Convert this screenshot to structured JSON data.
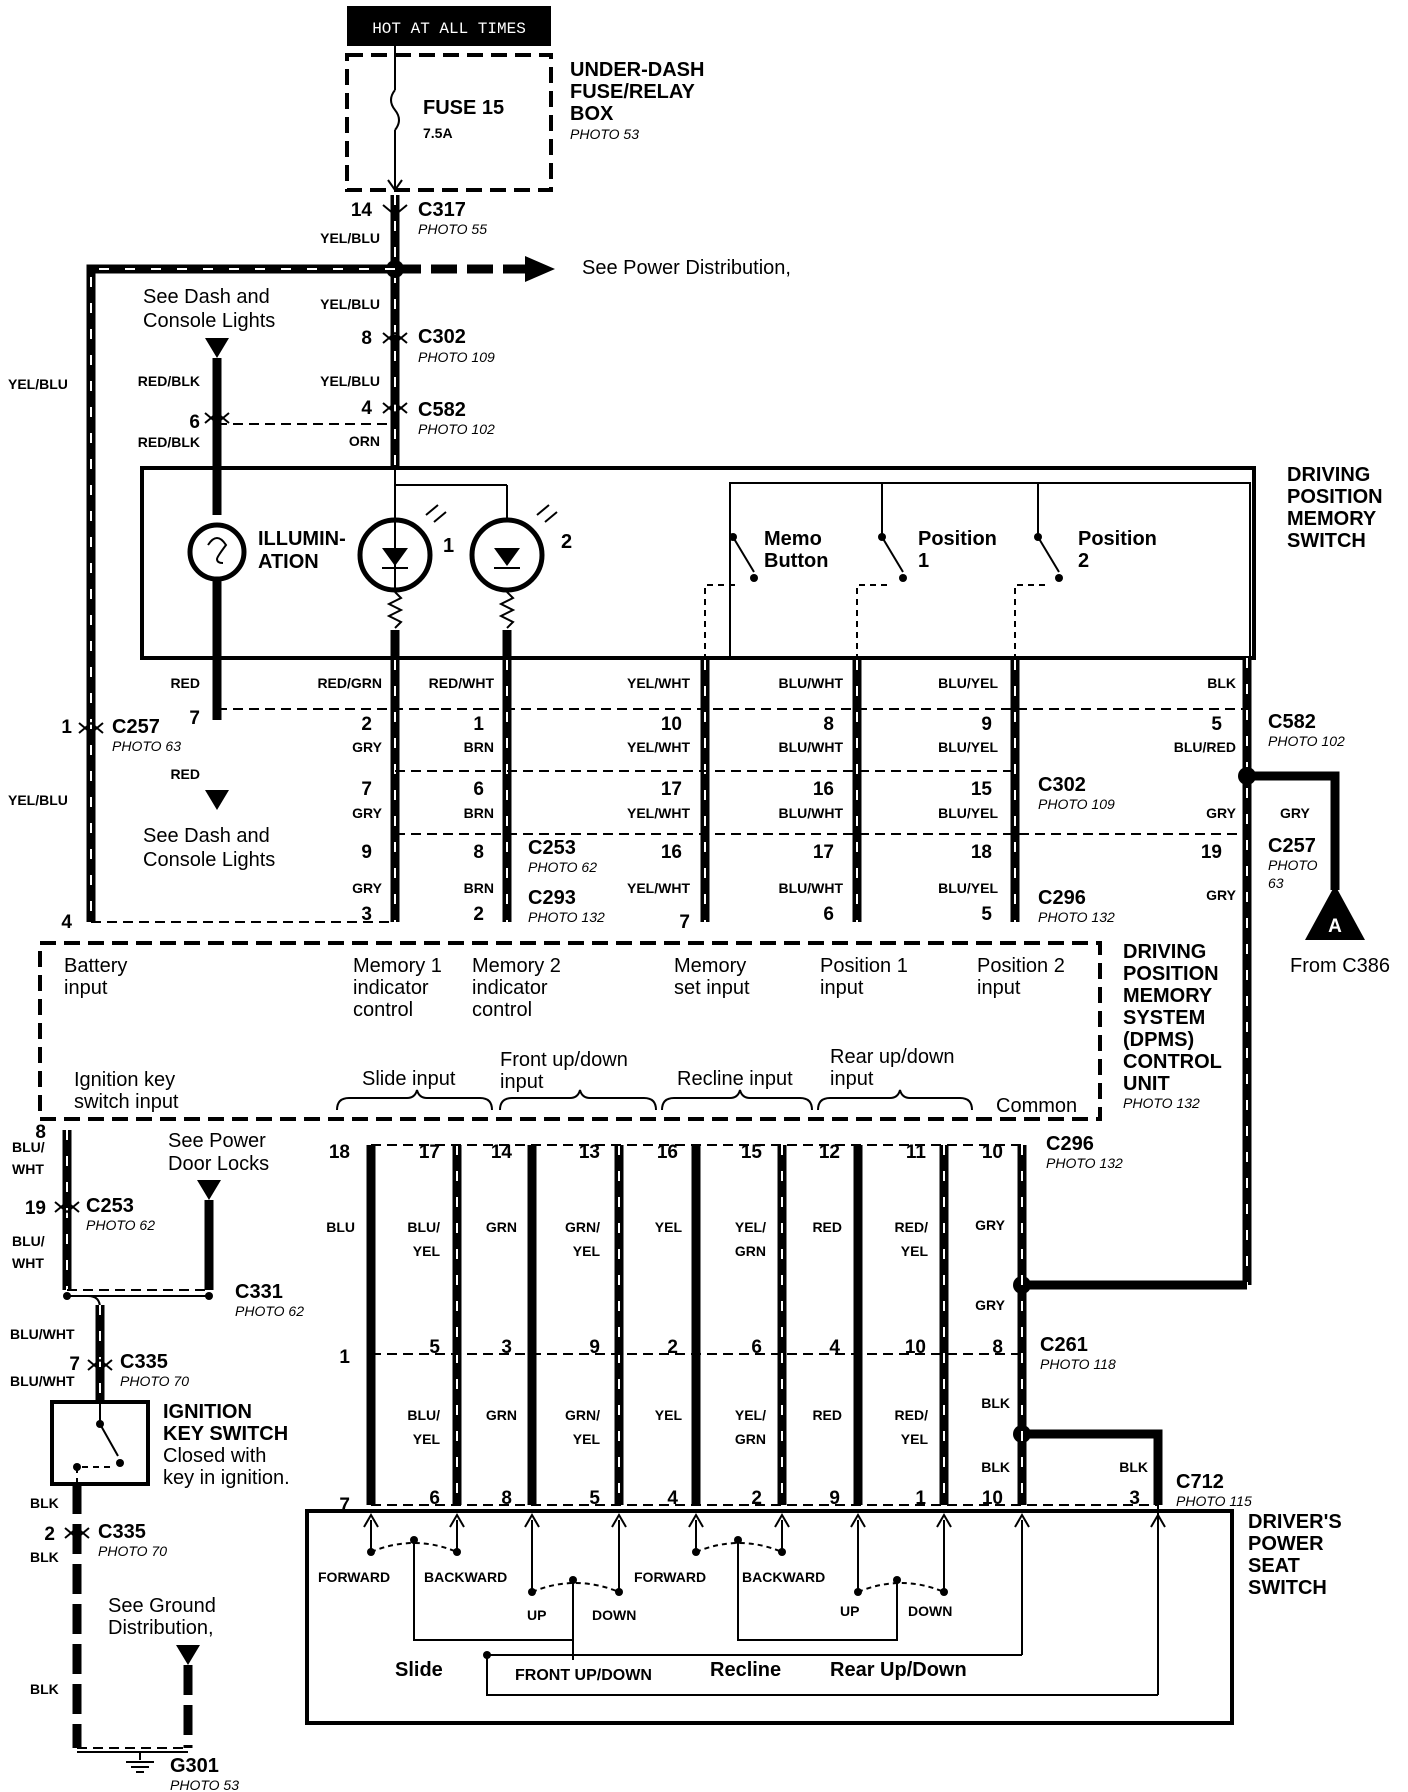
{
  "hot_label": "HOT AT ALL TIMES",
  "fusebox": {
    "l1": "UNDER-DASH",
    "l2": "FUSE/RELAY",
    "l3": "BOX",
    "photo": "PHOTO 53",
    "fuse": "FUSE 15",
    "rating": "7.5A"
  },
  "see_power_dist": "See Power Distribution,",
  "see_dash_1": "See Dash and",
  "see_dash_2": "Console Lights",
  "switch_title": [
    "DRIVING",
    "POSITION",
    "MEMORY",
    "SWITCH"
  ],
  "illumination": [
    "ILLUMIN-",
    "ATION"
  ],
  "led_labels": [
    "1",
    "2"
  ],
  "switch_labels": {
    "memo": [
      "Memo",
      "Button"
    ],
    "pos1": [
      "Position",
      "1"
    ],
    "pos2": [
      "Position",
      "2"
    ]
  },
  "connectors": {
    "c317": "C317",
    "c317_photo": "PHOTO 55",
    "c302": "C302",
    "c302_photo": "PHOTO 109",
    "c582": "C582",
    "c582_photo": "PHOTO 102",
    "c257": "C257",
    "c257_photo": "PHOTO 63",
    "c253": "C253",
    "c253_photo": "PHOTO 62",
    "c293": "C293",
    "c293_photo": "PHOTO 132",
    "c296": "C296",
    "c296_photo": "PHOTO 132",
    "c331": "C331",
    "c331_photo": "PHOTO 62",
    "c335": "C335",
    "c335_photo": "PHOTO 70",
    "c261": "C261",
    "c261_photo": "PHOTO 118",
    "c712": "C712",
    "c712_photo": "PHOTO 115",
    "g301": "G301",
    "g301_photo": "PHOTO 53",
    "photo63": "PHOTO",
    "photo63b": "63"
  },
  "wires": {
    "yelblu": "YEL/BLU",
    "redblk": "RED/BLK",
    "orn": "ORN",
    "red": "RED",
    "redgrn": "RED/GRN",
    "redwht": "RED/WHT",
    "yelwht": "YEL/WHT",
    "bluwht": "BLU/WHT",
    "bluyel": "BLU/YEL",
    "blk": "BLK",
    "blured": "BLU/RED",
    "gry": "GRY",
    "brn": "BRN",
    "blu": "BLU",
    "grn": "GRN",
    "yel": "YEL",
    "blu_": "BLU/",
    "yel2": "YEL",
    "grn_": "GRN/",
    "yel_": "YEL/",
    "grn2": "GRN",
    "red_": "RED/",
    "wht": "WHT"
  },
  "pins": {
    "p14": "14",
    "p8": "8",
    "p4": "4",
    "p6": "6",
    "p1": "1",
    "p7": "7",
    "p2": "2",
    "p10": "10",
    "p9": "9",
    "p5": "5",
    "p17": "17",
    "p16": "16",
    "p15": "15",
    "p19": "19",
    "p3": "3",
    "p18": "18",
    "p12": "12",
    "p11": "11",
    "p13": "13"
  },
  "from_c386": "From C386",
  "node_a": "A",
  "dpms_title": [
    "DRIVING",
    "POSITION",
    "MEMORY",
    "SYSTEM",
    "(DPMS)",
    "CONTROL",
    "UNIT"
  ],
  "dpms_photo": "PHOTO 132",
  "dpms_inputs": {
    "battery": [
      "Battery",
      "input"
    ],
    "mem1": [
      "Memory 1",
      "indicator",
      "control"
    ],
    "mem2": [
      "Memory 2",
      "indicator",
      "control"
    ],
    "memset": [
      "Memory",
      "set input"
    ],
    "pos1": [
      "Position 1",
      "input"
    ],
    "pos2": [
      "Position 2",
      "input"
    ],
    "ign": [
      "Ignition key",
      "switch input"
    ],
    "slide": "Slide input",
    "front": [
      "Front up/down",
      "input"
    ],
    "recline": "Recline input",
    "rear": [
      "Rear up/down",
      "input"
    ],
    "common": "Common"
  },
  "see_door_locks": [
    "See Power",
    "Door Locks"
  ],
  "ign_switch": [
    "IGNITION",
    "KEY SWITCH",
    "Closed with",
    "key in ignition."
  ],
  "see_ground": [
    "See Ground",
    "Distribution,"
  ],
  "seat_switch": [
    "DRIVER'S",
    "POWER",
    "SEAT",
    "SWITCH"
  ],
  "seat_labels": {
    "forward": "FORWARD",
    "backward": "BACKWARD",
    "up": "UP",
    "down": "DOWN",
    "slide": "Slide",
    "front": "FRONT UP/DOWN",
    "recline": "Recline",
    "rear": "Rear Up/Down"
  }
}
